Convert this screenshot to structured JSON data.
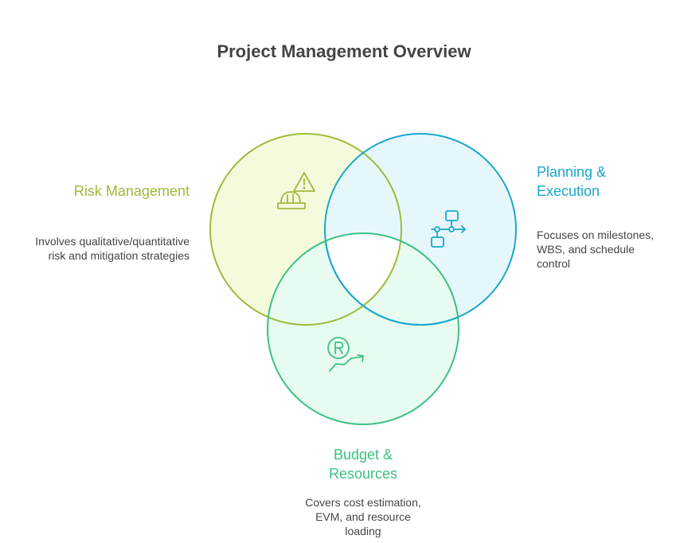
{
  "title": "Project Management Overview",
  "colors": {
    "risk": "#9dbb3a",
    "risk_fill": "#f4fbdd",
    "planning": "#1aa6cc",
    "planning_fill": "#e6f7fc",
    "budget": "#3cc183",
    "budget_fill": "#e8fbf1",
    "text": "#444444"
  },
  "sets": [
    {
      "id": "risk",
      "label": "Risk Management",
      "icon": "construction-warning-icon",
      "description": [
        "Involves qualitative/quantitative",
        "risk and mitigation strategies"
      ]
    },
    {
      "id": "planning",
      "label": [
        "Planning &",
        "Execution"
      ],
      "icon": "workflow-icon",
      "description": [
        "Focuses on milestones,",
        "WBS, and schedule",
        "control"
      ]
    },
    {
      "id": "budget",
      "label": [
        "Budget &",
        "Resources"
      ],
      "icon": "money-growth-icon",
      "description": [
        "Covers cost estimation,",
        "EVM, and resource",
        "loading"
      ]
    }
  ]
}
